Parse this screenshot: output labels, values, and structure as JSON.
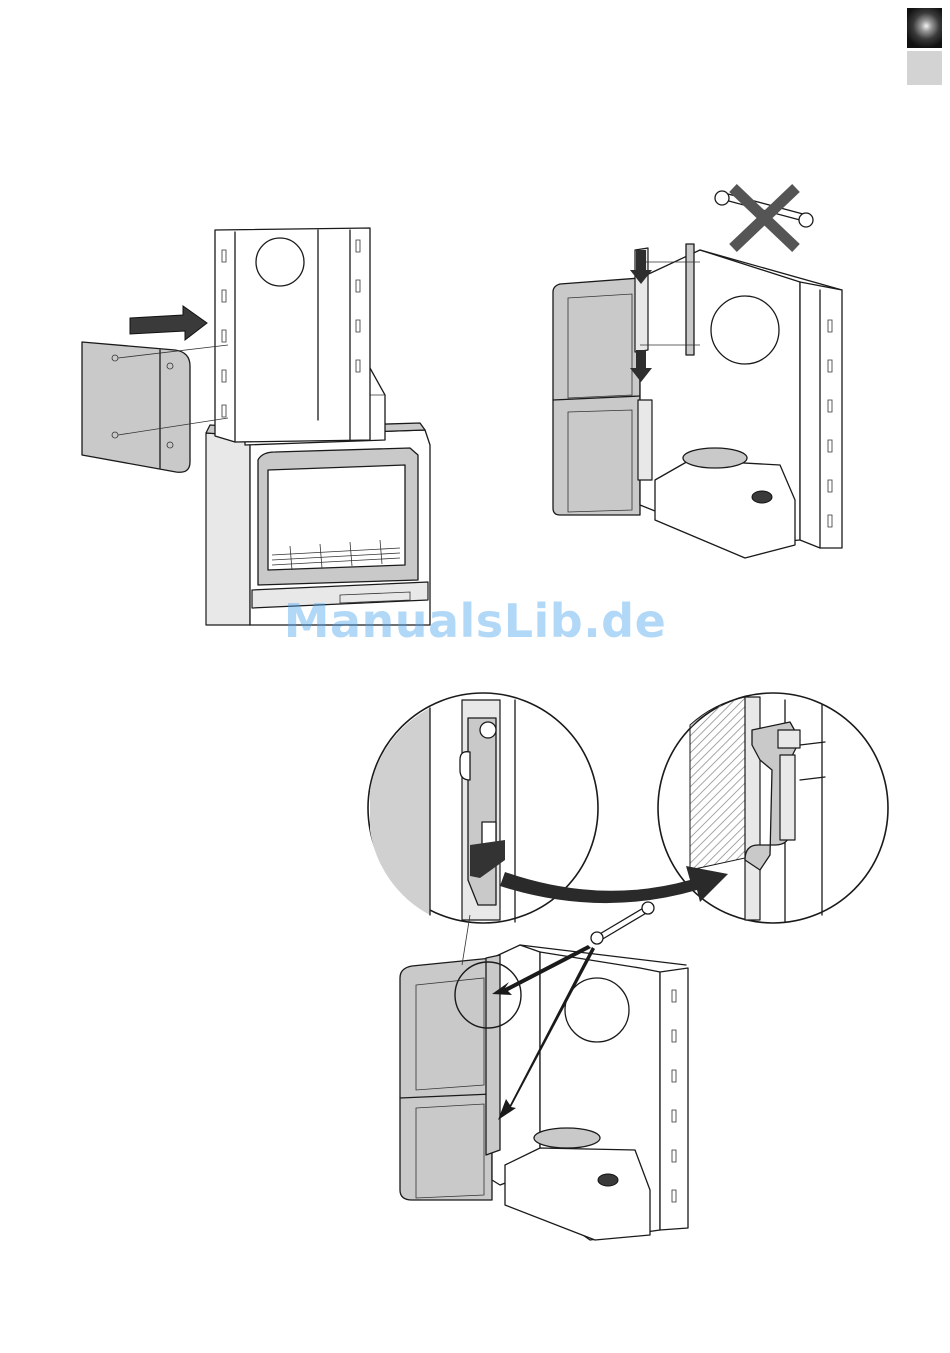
{
  "page": {
    "corner_tabs": [
      "dark-gradient-tab",
      "light-gray-tab"
    ]
  },
  "watermark": {
    "text": "ManualsLib.de",
    "color": "#4aa3f0"
  },
  "figures": [
    {
      "id": "fig-1",
      "subject": "side-panel-mounting-arrow-icon"
    },
    {
      "id": "fig-2",
      "subject": "wrench-crossed-icon"
    },
    {
      "id": "fig-3",
      "subject": "wrench-tightening-detail-icon"
    }
  ]
}
